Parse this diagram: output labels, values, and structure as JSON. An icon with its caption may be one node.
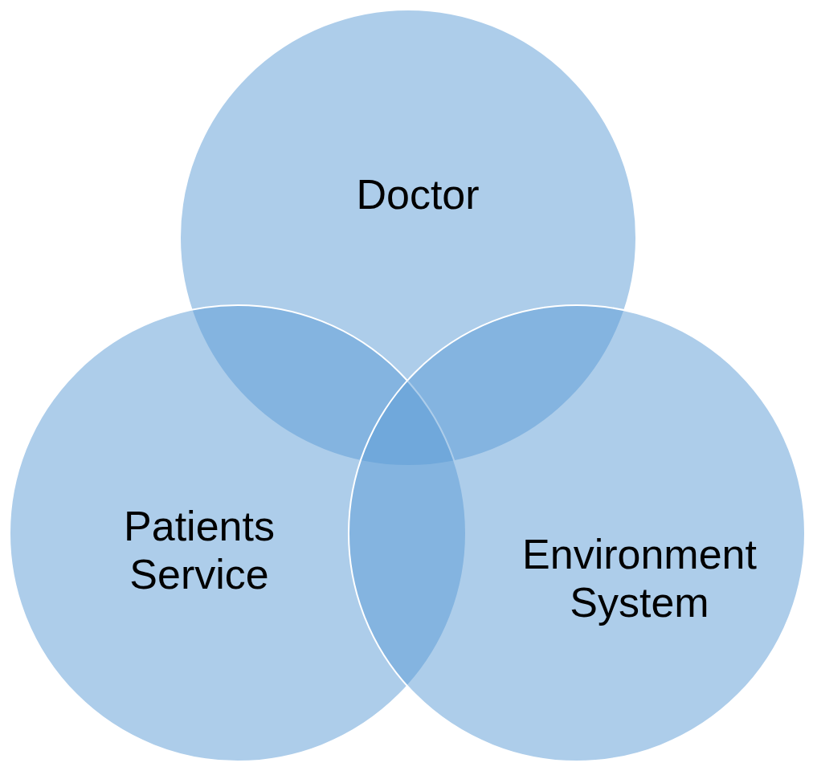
{
  "diagram": {
    "nodes": [
      {
        "text": [
          "Doctor"
        ]
      },
      {
        "text": [
          "Patients Service"
        ]
      },
      {
        "text": [
          "Environment System"
        ]
      }
    ]
  }
}
